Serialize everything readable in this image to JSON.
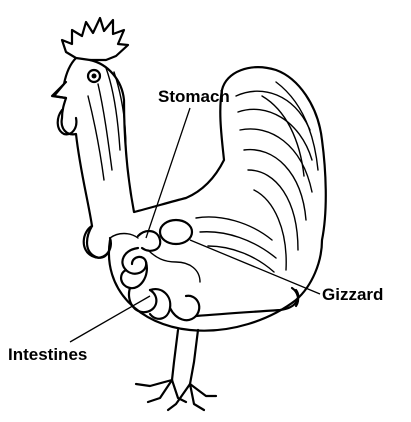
{
  "labels": {
    "stomach": "Stomach",
    "gizzard": "Gizzard",
    "intestines": "Intestines"
  },
  "colors": {
    "ink": "#000000",
    "background": "#ffffff"
  }
}
